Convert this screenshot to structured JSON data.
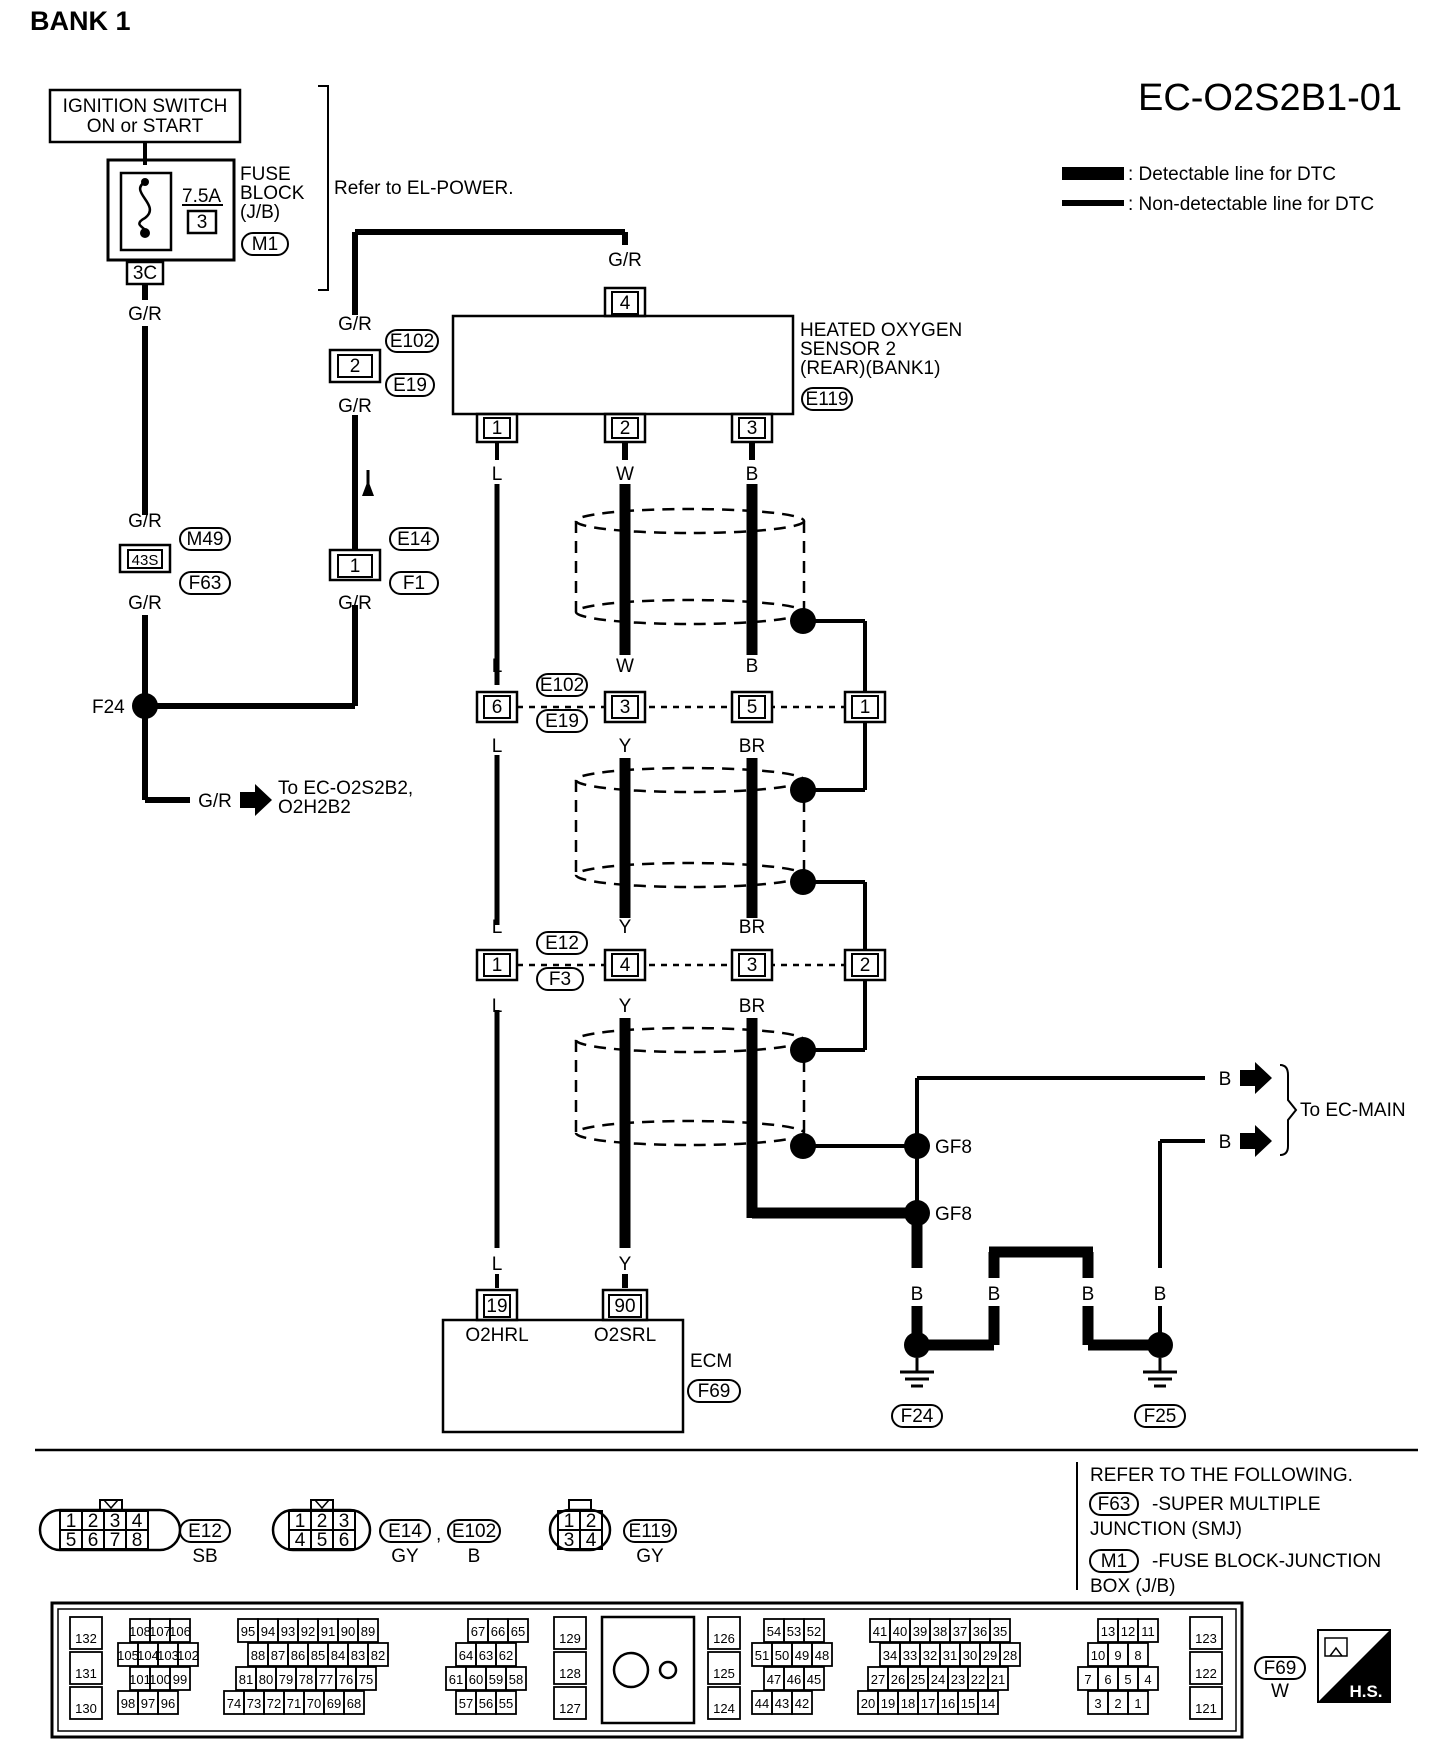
{
  "header": {
    "bank_title": "BANK 1",
    "diagram_code": "EC-O2S2B1-01"
  },
  "legend": {
    "detectable": ": Detectable line for DTC",
    "non_detectable": ": Non-detectable line for DTC"
  },
  "power": {
    "ignition_line1": "IGNITION SWITCH",
    "ignition_line2": "ON or START",
    "fuse_amp": "7.5A",
    "fuse_no": "3",
    "fuse_block_1": "FUSE",
    "fuse_block_2": "BLOCK",
    "fuse_block_3": "(J/B)",
    "fuse_block_conn": "M1",
    "refer_power": "Refer to EL-POWER.",
    "fuse_terminal": "3C"
  },
  "sensor": {
    "name_line1": "HEATED OXYGEN",
    "name_line2": "SENSOR 2",
    "name_line3": "(REAR)(BANK1)",
    "connector": "E119",
    "pin_top": "4",
    "pins": [
      "1",
      "2",
      "3"
    ]
  },
  "connectors": {
    "e102": "E102",
    "e19": "E19",
    "e14": "E14",
    "f1": "F1",
    "m49": "M49",
    "f63": "F63",
    "e12": "E12",
    "f3": "F3",
    "pin_2": "2",
    "pin_1": "1",
    "pin_43s": "43S",
    "row1_pins": [
      "6",
      "3",
      "5",
      "1"
    ],
    "row2_pins": [
      "1",
      "4",
      "3",
      "2"
    ]
  },
  "junctions": {
    "f24": "F24",
    "gf8": "GF8",
    "to_ec_o2s2b2_1": "To EC-O2S2B2,",
    "to_ec_o2s2b2_2": "O2H2B2",
    "to_ec_main": "To EC-MAIN"
  },
  "wire_colors": {
    "gr": "G/R",
    "l": "L",
    "w": "W",
    "b": "B",
    "y": "Y",
    "br": "BR"
  },
  "ecm": {
    "label": "ECM",
    "connector": "F69",
    "pin_a": "19",
    "pin_b": "90",
    "sig_a": "O2HRL",
    "sig_b": "O2SRL"
  },
  "grounds": {
    "g1": "F24",
    "g2": "F25"
  },
  "refer": {
    "title": "REFER TO THE FOLLOWING.",
    "f63_code": "F63",
    "f63_line1": "-SUPER MULTIPLE",
    "f63_line2": "JUNCTION (SMJ)",
    "m1_code": "M1",
    "m1_line1": "-FUSE BLOCK-JUNCTION",
    "m1_line2": "BOX (J/B)"
  },
  "connector_views": {
    "e12": {
      "code": "E12",
      "color": "SB",
      "pins": [
        "1",
        "2",
        "3",
        "4",
        "5",
        "6",
        "7",
        "8"
      ]
    },
    "e14": {
      "code": "E14",
      "color": "GY",
      "code2": "E102",
      "color2": "B",
      "pins": [
        "1",
        "2",
        "3",
        "4",
        "5",
        "6"
      ]
    },
    "e119": {
      "code": "E119",
      "color": "GY",
      "pins": [
        "1",
        "2",
        "3",
        "4"
      ]
    },
    "f69": {
      "code": "F69",
      "color": "W",
      "badge": "H.S."
    }
  },
  "ecm_pins": {
    "c1": [
      "132",
      "131",
      "130"
    ],
    "b1r1": [
      "108",
      "107",
      "106"
    ],
    "b1r2": [
      "105",
      "104",
      "103",
      "102"
    ],
    "b1r3": [
      "101",
      "100",
      "99"
    ],
    "b1r4": [
      "98",
      "97",
      "96"
    ],
    "b2r1": [
      "95",
      "94",
      "93",
      "92",
      "91",
      "90",
      "89"
    ],
    "b2r2": [
      "88",
      "87",
      "86",
      "85",
      "84",
      "83",
      "82"
    ],
    "b2r3": [
      "81",
      "80",
      "79",
      "78",
      "77",
      "76",
      "75"
    ],
    "b2r4": [
      "74",
      "73",
      "72",
      "71",
      "70",
      "69",
      "68"
    ],
    "b3r1": [
      "67",
      "66",
      "65"
    ],
    "b3r2": [
      "64",
      "63",
      "62"
    ],
    "b3r3": [
      "61",
      "60",
      "59",
      "58"
    ],
    "b3r4": [
      "57",
      "56",
      "55"
    ],
    "c2": [
      "129",
      "128",
      "127"
    ],
    "c3": [
      "126",
      "125",
      "124"
    ],
    "b4r1": [
      "54",
      "53",
      "52"
    ],
    "b4r2": [
      "51",
      "50",
      "49",
      "48"
    ],
    "b4r3": [
      "47",
      "46",
      "45"
    ],
    "b4r4": [
      "44",
      "43",
      "42"
    ],
    "b5r1": [
      "41",
      "40",
      "39",
      "38",
      "37",
      "36",
      "35"
    ],
    "b5r2": [
      "34",
      "33",
      "32",
      "31",
      "30",
      "29",
      "28"
    ],
    "b5r3": [
      "27",
      "26",
      "25",
      "24",
      "23",
      "22",
      "21"
    ],
    "b5r4": [
      "20",
      "19",
      "18",
      "17",
      "16",
      "15",
      "14"
    ],
    "b6r1": [
      "13",
      "12",
      "11"
    ],
    "b6r2": [
      "10",
      "9",
      "8"
    ],
    "b6r3": [
      "7",
      "6",
      "5",
      "4"
    ],
    "b6r4": [
      "3",
      "2",
      "1"
    ],
    "c4": [
      "123",
      "122",
      "121"
    ]
  }
}
